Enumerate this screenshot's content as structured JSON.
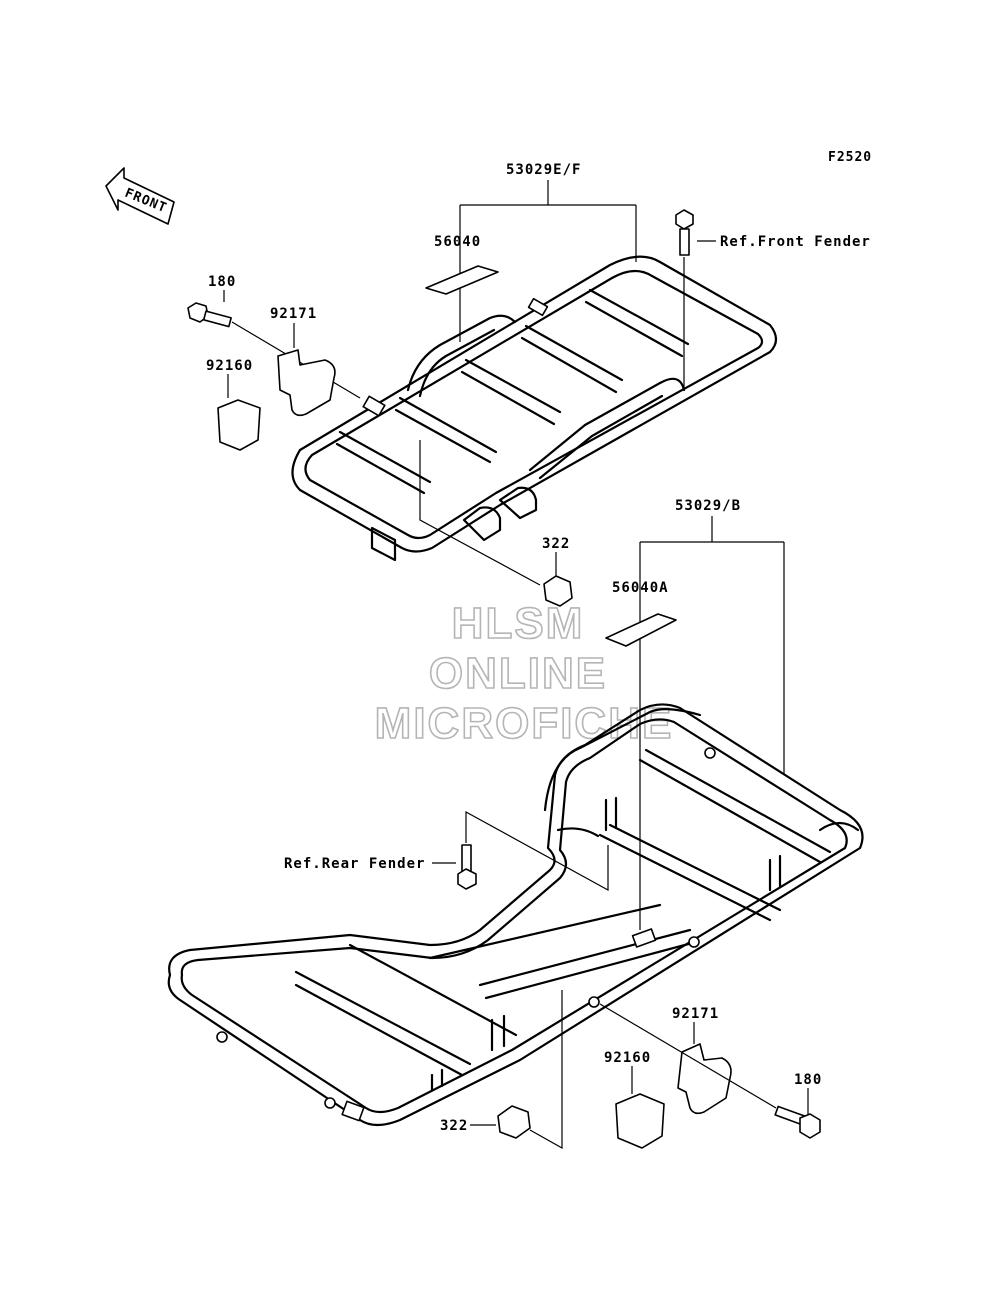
{
  "figure_code": "F2520",
  "front_arrow": "FRONT",
  "watermark": [
    "HLSM",
    "ONLINE",
    "MICROFICHE"
  ],
  "labels": {
    "front_carrier": "53029E/F",
    "front_mat": "56040",
    "front_bolt_top": "180",
    "front_bracket": "92171",
    "front_damper": "92160",
    "ref_front_fender": "Ref.Front Fender",
    "front_nut": "322",
    "rear_carrier": "53029/B",
    "rear_mat": "56040A",
    "ref_rear_fender": "Ref.Rear Fender",
    "rear_bracket": "92171",
    "rear_damper": "92160",
    "rear_bolt": "180",
    "rear_nut": "322"
  }
}
